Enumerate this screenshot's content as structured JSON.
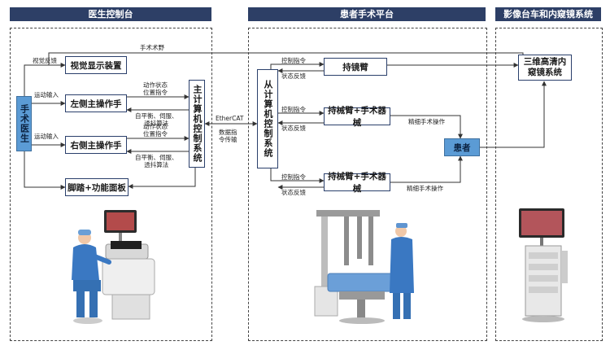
{
  "headers": {
    "surgeon_console": "医生控制台",
    "patient_platform": "患者手术平台",
    "imaging_cart": "影像台车和内窥镜系统"
  },
  "boxes": {
    "surgeon": "手术医生",
    "visual_display": "视觉显示装置",
    "left_master": "左侧主操作手",
    "right_master": "右侧主操作手",
    "foot_panel": "脚踏+功能面板",
    "master_ctrl": "主计算机控制系统",
    "slave_ctrl": "从计算机控制系统",
    "endo_arm": "持镜臂",
    "inst_arm_1": "持械臂+手术器械",
    "inst_arm_2": "持械臂+手术器械",
    "patient": "患者",
    "endoscope": "三维高清内窥镜系统"
  },
  "labels": {
    "surgical_view": "手术术野",
    "visual_feedback": "视觉反馈",
    "motion_input_1": "运动输入",
    "motion_input_2": "运动输入",
    "status_cmd_1": "动作状态\n位置指令",
    "algo_1": "自平衡、伺服、\n透抖算法",
    "status_cmd_2": "动作状态\n位置指令",
    "algo_2": "自平衡、伺服、\n透抖算法",
    "ethercat": "EtherCAT",
    "data_cmd": "数据指\n令传输",
    "ctrl_cmd_1": "控制指令",
    "status_fb_1": "状态反馈",
    "ctrl_cmd_2": "控制指令",
    "status_fb_2": "状态反馈",
    "ctrl_cmd_3": "控制指令",
    "status_fb_3": "状态反馈",
    "precise_op_1": "精细手术操作",
    "precise_op_2": "精细手术操作"
  },
  "colors": {
    "header_bg": "#2d3f66",
    "box_border": "#2a3f6b",
    "surgeon_fill": "#5b9bd5",
    "wire": "#333333"
  }
}
